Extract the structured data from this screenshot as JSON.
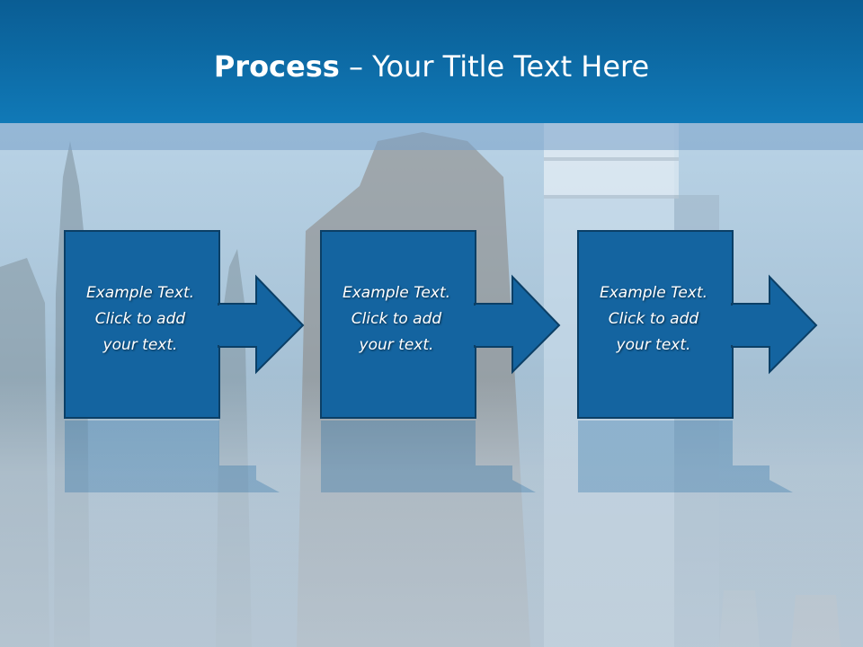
{
  "slide": {
    "title_bold": "Process",
    "title_rest": " – Your Title Text Here"
  },
  "steps": [
    {
      "line1": "Example Text.",
      "line2": "Click  to add",
      "line3": "your text."
    },
    {
      "line1": "Example Text.",
      "line2": "Click  to add",
      "line3": "your text."
    },
    {
      "line1": "Example Text.",
      "line2": "Click  to add",
      "line3": "your text."
    }
  ],
  "colors": {
    "header": "#0d6ba8",
    "box_fill": "#1464a0",
    "box_border": "#0b3f66"
  }
}
